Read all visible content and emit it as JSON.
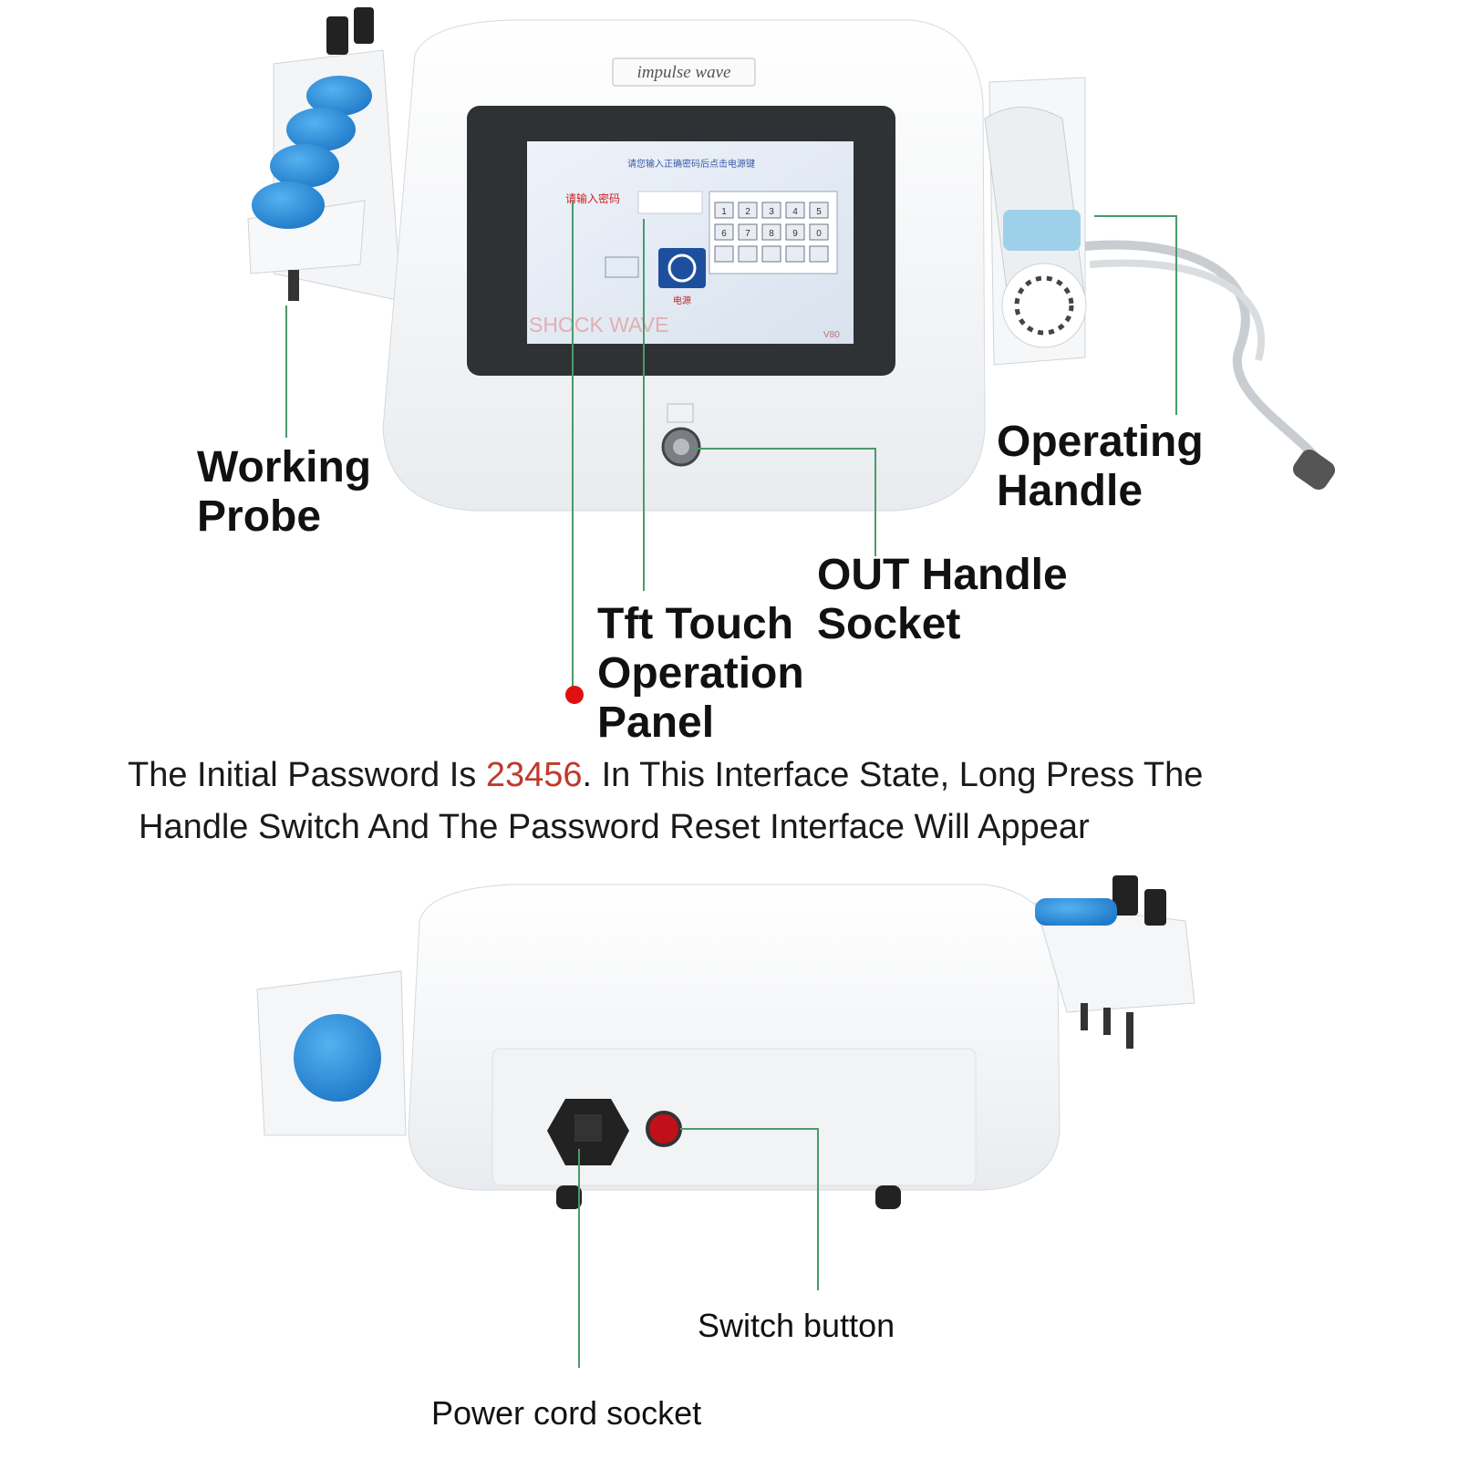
{
  "device": {
    "brand_text": "impulse wave",
    "screen_watermark": "SHOCK WAVE",
    "screen_version": "V80",
    "screen_title": "请您输入正确密码后点击电源键",
    "screen_prompt": "请输入密码",
    "screen_power_label": "电源",
    "keypad_keys": [
      "1",
      "2",
      "3",
      "4",
      "5",
      "6",
      "7",
      "8",
      "9",
      "0",
      "",
      "",
      "",
      "",
      ""
    ]
  },
  "labels": {
    "working_probe": [
      "Working",
      "Probe"
    ],
    "operating_handle": [
      "Operating",
      "Handle"
    ],
    "out_handle_socket": [
      "OUT Handle",
      "Socket"
    ],
    "tft_panel": [
      "Tft Touch",
      "Operation",
      "Panel"
    ],
    "switch_button": "Switch button",
    "power_cord_socket": "Power cord socket"
  },
  "note": {
    "part1": "The Initial Password Is ",
    "password": "23456",
    "part2": ". In This Interface State, Long Press The",
    "line2": "Handle Switch And The Password Reset Interface Will Appear"
  },
  "colors": {
    "leader_line": "#4a9a6a",
    "accent_blue": "#2f8fd8",
    "password_red": "#c0392b",
    "marker_red": "#e01010"
  }
}
